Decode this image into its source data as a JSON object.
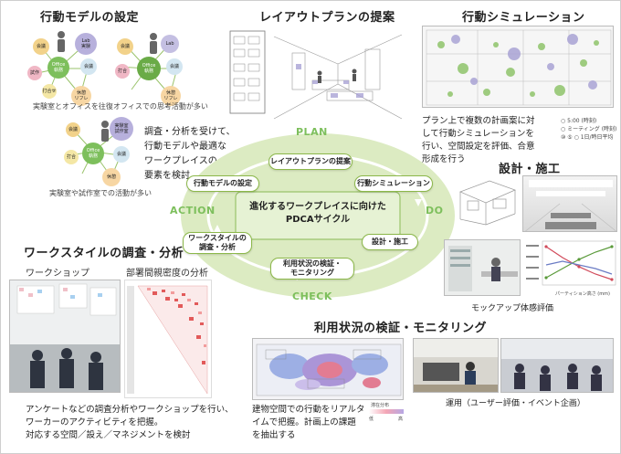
{
  "sections": {
    "behavior_model": {
      "title": "行動モデルの設定",
      "caption_1": "実験室とオフィスを往復",
      "caption_2": "オフィスでの思考活動が多い",
      "caption_3": "実験室や試作室での活動が多い",
      "description": [
        "調査・分析を受けて、",
        "行動モデルや最適な",
        "ワークプレイスの",
        "要素を検討"
      ],
      "nodes": [
        "会議",
        "Lab\n実験",
        "Office\n執務",
        "会議",
        "試作",
        "打合せ",
        "休憩\nリフレッシュ",
        "会議",
        "Lab\n実験",
        "Office\n執務",
        "会議",
        "打合せ",
        "休憩\nリフレッシュ",
        "実験室\n試作室",
        "Office\n執務",
        "会議",
        "打合せ",
        "休憩\nリフレッシュ"
      ]
    },
    "layout_plan": {
      "title": "レイアウトプランの提案"
    },
    "simulation": {
      "title": "行動シミュレーション",
      "description": [
        "プラン上で複数の計画案に対",
        "して行動シミュレーションを",
        "行い、空間設定を評価、合意",
        "形成を行う"
      ],
      "legend": [
        "○ 5:00 (時刻)",
        "○ ミーティング (時刻)",
        "⑩ ⑤ ○ 1日/時日平均"
      ]
    },
    "design": {
      "title": "設計・施工",
      "mockup_caption": "モックアップ体感評価",
      "graph_x_label": "パーティション高さ (mm)"
    },
    "workstyle": {
      "title": "ワークスタイルの調査・分析",
      "workshop_label": "ワークショップ",
      "density_label": "部署間親密度の分析",
      "description": [
        "アンケートなどの調査分析やワークショップを行い、",
        "ワーカーのアクティビティを把握。",
        "対応する空間／設え／マネジメントを検討"
      ]
    },
    "monitoring": {
      "title": "利用状況の検証・モニタリング",
      "description": [
        "建物空間での行動をリアルタ",
        "イムで把握。計画上の課題",
        "を抽出する"
      ],
      "operation_caption": "運用（ユーザー評価・イベント企画）",
      "heat_legend_title": "滞在分布",
      "heat_legend_low": "低",
      "heat_legend_high": "高"
    }
  },
  "cycle": {
    "center": "進化するワークプレイスに向けた\nPDCAサイクル",
    "phases": {
      "plan": "PLAN",
      "do": "DO",
      "check": "CHECK",
      "action": "ACTION"
    },
    "steps": {
      "layout": "レイアウトプランの提案",
      "simulation": "行動シミュレーション",
      "construction": "設計・施工",
      "monitoring": "利用状況の検証・\nモニタリング",
      "research": "ワークスタイルの\n調査・分析",
      "model": "行動モデルの設定"
    }
  },
  "colors": {
    "accent_green": "#7dbf5c",
    "cycle_fill": "#dcebc2",
    "purple": "#8f86c3",
    "orange": "#e8a24c",
    "pink": "#e7849f"
  }
}
